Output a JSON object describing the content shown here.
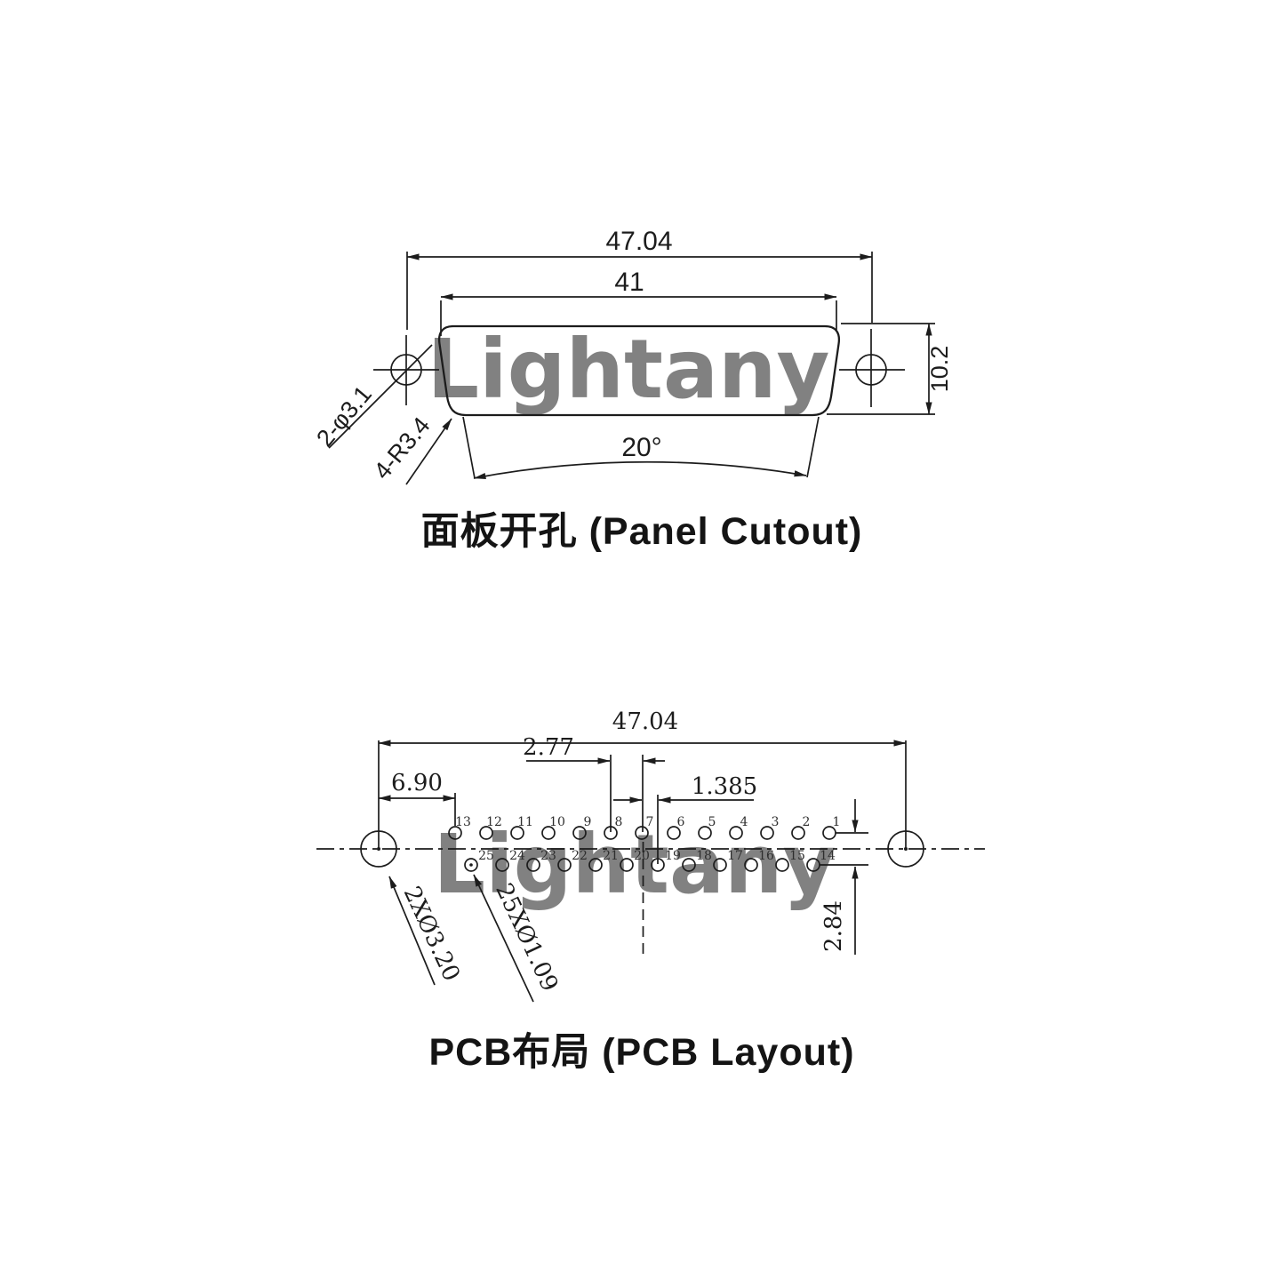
{
  "watermark": {
    "text": "Lightany",
    "color": "#f6caca"
  },
  "panel_cutout": {
    "title": "面板开孔 (Panel Cutout)",
    "dim_mount_span": "47.04",
    "dim_cutout_width": "41",
    "dim_cutout_height": "10.2",
    "dim_side_angle": "20°",
    "label_mount_holes": "2-φ3.1",
    "label_corner_radius": "4-R3.4"
  },
  "pcb_layout": {
    "title": "PCB布局 (PCB Layout)",
    "dim_mount_span": "47.04",
    "dim_pin_pitch": "2.77",
    "dim_half_pitch": "1.385",
    "dim_mount_to_pin": "6.90",
    "dim_row_spacing": "2.84",
    "label_mount_holes": "2XØ3.20",
    "label_pin_holes": "25XØ1.09",
    "pins_top": [
      "13",
      "12",
      "11",
      "10",
      "9",
      "8",
      "7",
      "6",
      "5",
      "4",
      "3",
      "2",
      "1"
    ],
    "pins_bottom": [
      "25",
      "24",
      "23",
      "22",
      "21",
      "20",
      "19",
      "18",
      "17",
      "16",
      "15",
      "14"
    ]
  }
}
